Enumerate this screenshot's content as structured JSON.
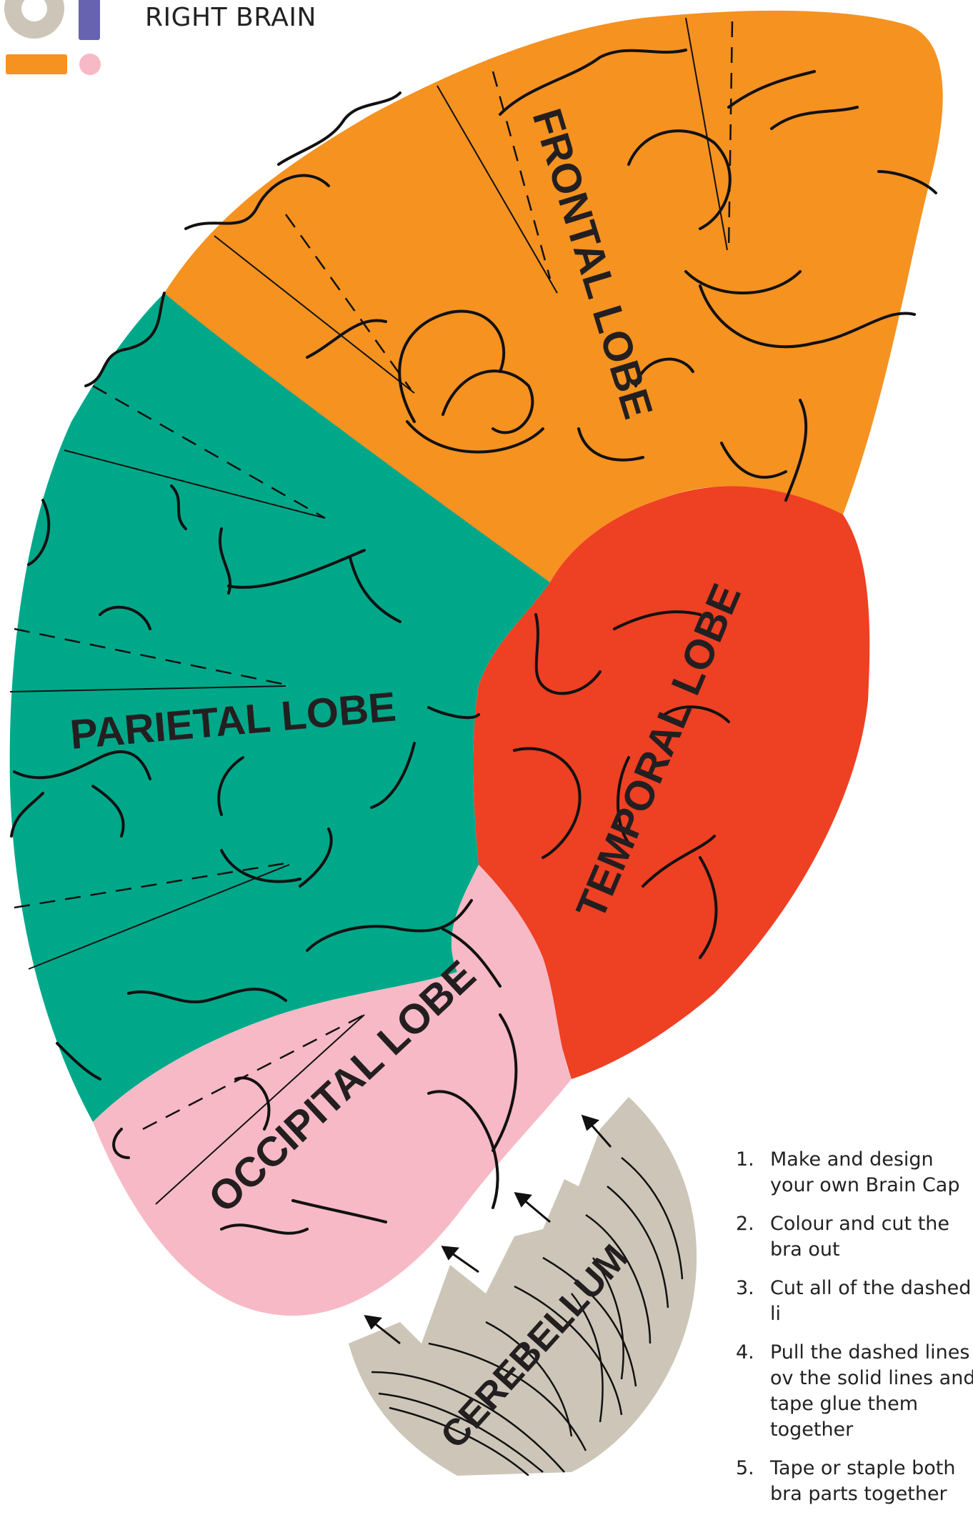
{
  "header": {
    "subtitle": "RIGHT BRAIN"
  },
  "colors": {
    "frontal": "#f59220",
    "parietal": "#00a88a",
    "temporal": "#ee4023",
    "occipital": "#f7b9c6",
    "cerebellum": "#cdc6b8",
    "logo_purple": "#6763b0",
    "logo_orange": "#f59220",
    "logo_pink": "#f7b9c6",
    "logo_gray": "#cdc6b8"
  },
  "lobes": {
    "frontal": "FRONTAL LOBE",
    "parietal": "PARIETAL LOBE",
    "temporal": "TEMPORAL LOBE",
    "occipital": "OCCIPITAL LOBE",
    "cerebellum": "CEREBELLUM"
  },
  "instructions": [
    {
      "num": "1.",
      "text": "Make and design your own Brain Cap"
    },
    {
      "num": "2.",
      "text": "Colour and cut the bra out"
    },
    {
      "num": "3.",
      "text": "Cut all of the dashed li"
    },
    {
      "num": "4.",
      "text": "Pull the dashed lines ov the solid lines and tape glue them together"
    },
    {
      "num": "5.",
      "text": "Tape or staple both bra parts together"
    }
  ]
}
